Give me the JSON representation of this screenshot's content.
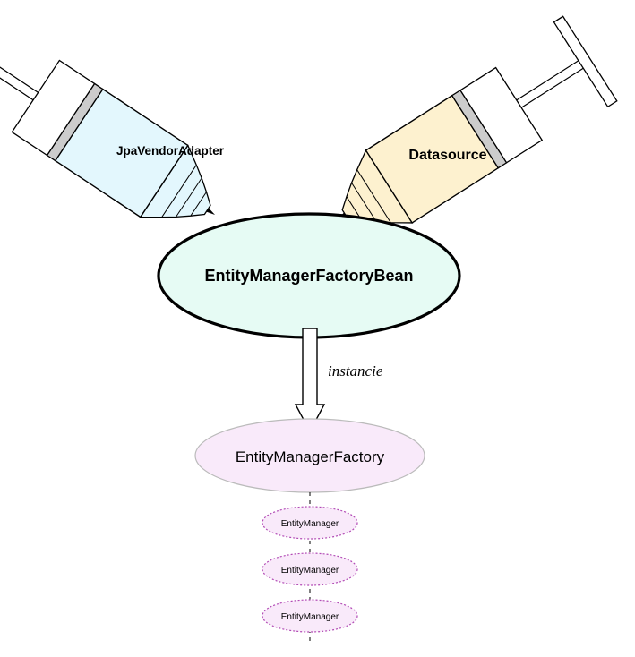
{
  "syringes": {
    "left": {
      "label": "JpaVendorAdapter",
      "fill": "#e3f7fd"
    },
    "right": {
      "label": "Datasource",
      "fill": "#fdf1cf"
    }
  },
  "factory_bean": {
    "label": "EntityManagerFactoryBean",
    "fill": "#e6fbf4"
  },
  "arrow": {
    "label": "instancie"
  },
  "factory": {
    "label": "EntityManagerFactory",
    "fill": "#f9eafa"
  },
  "entity_managers": [
    {
      "label": "EntityManager"
    },
    {
      "label": "EntityManager"
    },
    {
      "label": "EntityManager"
    }
  ],
  "colors": {
    "stroke": "#000000",
    "plunger_band": "#cccccc",
    "sub_fill": "#f9eafa",
    "sub_stroke": "#b24bb5"
  }
}
